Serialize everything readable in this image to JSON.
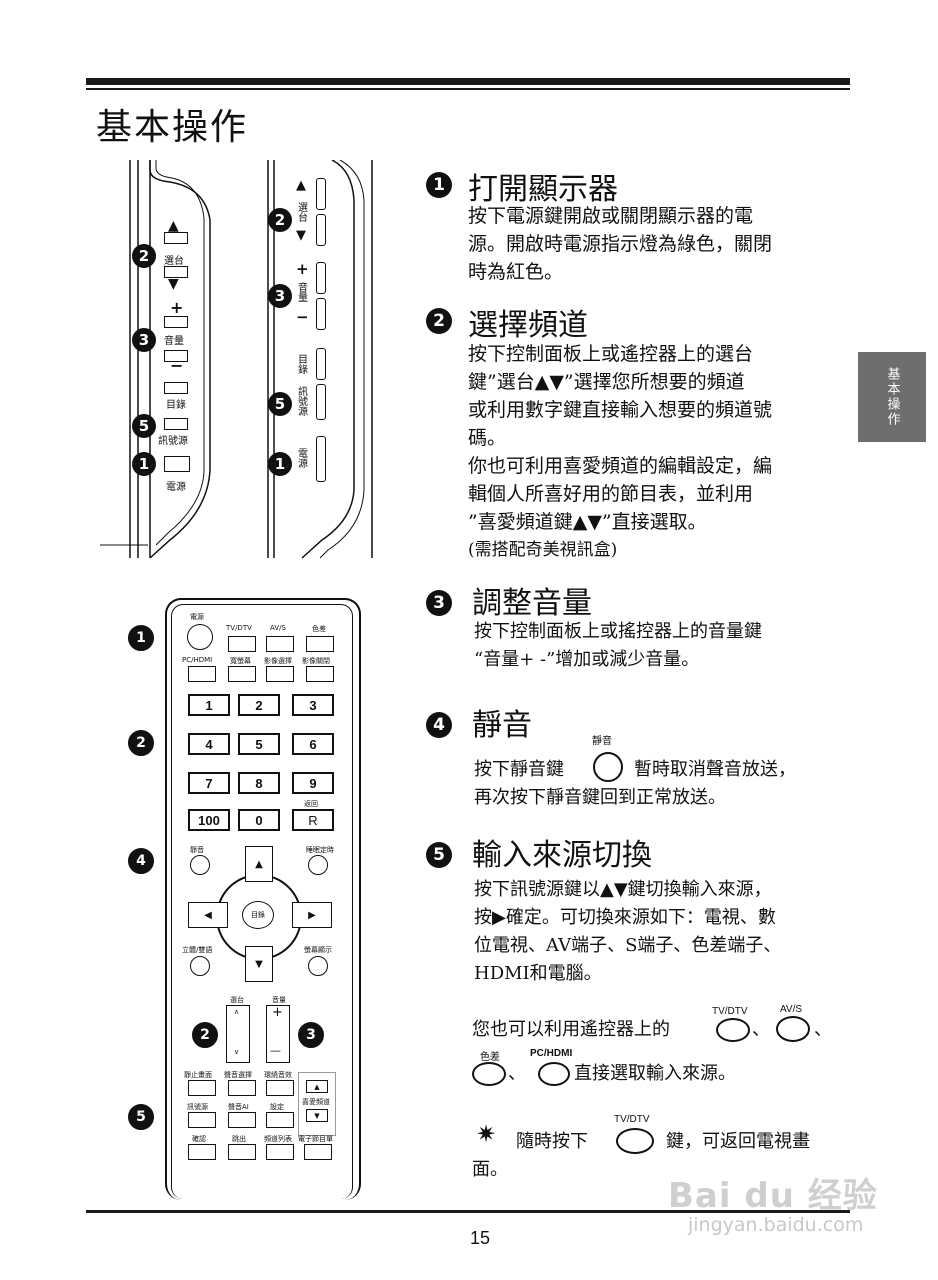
{
  "header": {
    "title": "基本操作"
  },
  "side_tab": "基本操作",
  "footer": {
    "page_number": "15"
  },
  "watermark": {
    "brand": "Bai du 经验",
    "url": "jingyan.baidu.com"
  },
  "panel_left": {
    "up_arrow": "▲",
    "channel_label": "選台",
    "down_arrow": "▼",
    "plus": "+",
    "volume_label": "音量",
    "minus": "−",
    "menu_label": "目錄",
    "source_label": "訊號源",
    "power_label": "電源",
    "badges": [
      "2",
      "3",
      "5",
      "1"
    ]
  },
  "panel_right": {
    "up_arrow": "▲",
    "channel_label": "選台",
    "down_arrow": "▼",
    "plus": "+",
    "volume_label": "音量",
    "minus": "−",
    "menu_label": "目錄",
    "source_label": "訊號源",
    "power_label": "電源",
    "badges": [
      "2",
      "3",
      "5",
      "1"
    ]
  },
  "remote": {
    "row1": [
      "電源",
      "TV/DTV",
      "AV/S",
      "色差"
    ],
    "row2": [
      "PC/HDMI",
      "寬螢幕",
      "影像選擇",
      "影像關閉"
    ],
    "numbers": [
      "1",
      "2",
      "3",
      "4",
      "5",
      "6",
      "7",
      "8",
      "9",
      "100",
      "0",
      "R"
    ],
    "return_label": "返回",
    "mute_label": "靜音",
    "sleep_label": "睡眠定時",
    "menu_label": "目錄",
    "stereo_label": "立體/雙語",
    "display_label": "螢幕顯示",
    "up": "▲",
    "down": "▼",
    "left": "◀",
    "right": "▶",
    "channel_label": "選台",
    "volume_label": "音量",
    "rock_up": "∧",
    "rock_down": "∨",
    "vol_plus": "+",
    "vol_minus": "—",
    "bottom_row1": [
      "靜止畫面",
      "聲音選擇",
      "環繞音效"
    ],
    "bottom_row2": [
      "訊號源",
      "聲音AI",
      "設定"
    ],
    "bottom_row3": [
      "確認",
      "跳出",
      "頻道列表",
      "電子節目單"
    ],
    "fav_label": "喜愛頻道",
    "badges": [
      "1",
      "2",
      "4",
      "2",
      "3",
      "5"
    ]
  },
  "sections": [
    {
      "num": "1",
      "title": "打開顯示器",
      "lines": [
        "按下電源鍵開啟或關閉顯示器的電",
        "源。開啟時電源指示燈為綠色，關閉",
        "時為紅色。"
      ]
    },
    {
      "num": "2",
      "title": "選擇頻道",
      "lines": [
        "按下控制面板上或遙控器上的選台",
        "鍵”選台▲▼”選擇您所想要的頻道",
        "或利用數字鍵直接輸入想要的頻道號",
        "碼。",
        "你也可利用喜愛頻道的編輯設定，編",
        "輯個人所喜好用的節目表，並利用",
        "”喜愛頻道鍵▲▼”直接選取。",
        "(需搭配奇美視訊盒)"
      ]
    },
    {
      "num": "3",
      "title": "調整音量",
      "lines": [
        "按下控制面板上或搖控器上的音量鍵",
        "“音量+ -”增加或減少音量。"
      ]
    },
    {
      "num": "4",
      "title": "靜音",
      "mute_icon_label": "靜音",
      "line1_pre": "按下靜音鍵",
      "line1_post": "暫時取消聲音放送，",
      "line2": "再次按下靜音鍵回到正常放送。"
    },
    {
      "num": "5",
      "title": "輸入來源切換",
      "lines": [
        "按下訊號源鍵以▲▼鍵切換輸入來源，",
        "按▶確定。可切換來源如下：電視、數",
        "位電視、AV端子、S端子、色差端子、",
        "HDMI和電腦。"
      ],
      "remote_line1": "您也可以利用遙控器上的",
      "sep": "、",
      "remote_line2": "直接選取輸入來源。",
      "icon_labels": [
        "TV/DTV",
        "AV/S",
        "色差",
        "PC/HDMI"
      ]
    }
  ],
  "tip": {
    "star": "✷",
    "pre": "隨時按下",
    "icon_label": "TV/DTV",
    "post": "鍵，可返回電視畫",
    "line2": "面。"
  }
}
